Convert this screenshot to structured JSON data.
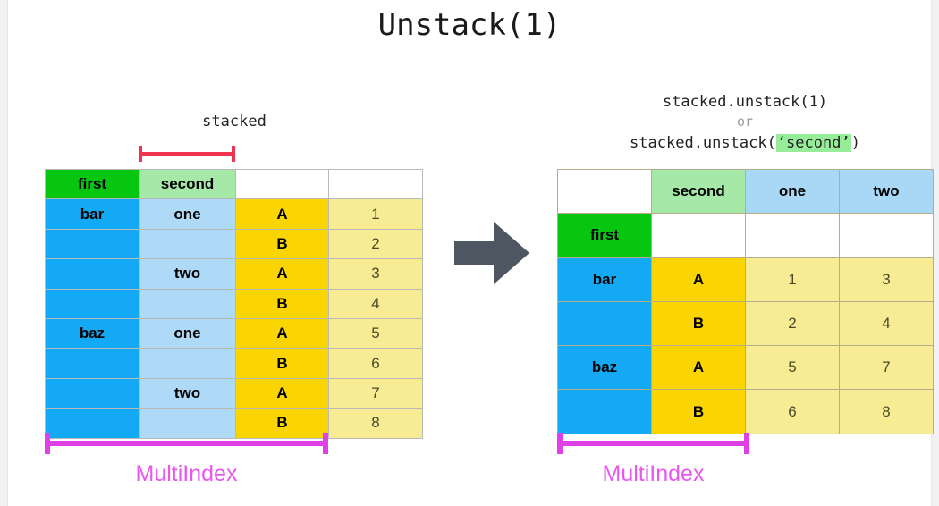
{
  "title": "Unstack(1)",
  "colors": {
    "green": "#06C610",
    "light_green": "#A5E8A8",
    "blue": "#13A9F5",
    "light_blue": "#AED9F7",
    "gold": "#FBD502",
    "light_yellow": "#F7EB93",
    "magenta": "#E040E8",
    "red": "#F0344F",
    "arrow_gray": "#4E5661",
    "highlight_green": "#97EC9A"
  },
  "left": {
    "caption": "stacked",
    "bracket_label": "MultiIndex",
    "header": [
      "first",
      "second",
      "",
      ""
    ],
    "rows": [
      {
        "first": "bar",
        "second": "one",
        "ab": "A",
        "value": "1"
      },
      {
        "first": "",
        "second": "",
        "ab": "B",
        "value": "2"
      },
      {
        "first": "",
        "second": "two",
        "ab": "A",
        "value": "3"
      },
      {
        "first": "",
        "second": "",
        "ab": "B",
        "value": "4"
      },
      {
        "first": "baz",
        "second": "one",
        "ab": "A",
        "value": "5"
      },
      {
        "first": "",
        "second": "",
        "ab": "B",
        "value": "6"
      },
      {
        "first": "",
        "second": "two",
        "ab": "A",
        "value": "7"
      },
      {
        "first": "",
        "second": "",
        "ab": "B",
        "value": "8"
      }
    ]
  },
  "arrow": {
    "icon": "right-arrow-icon"
  },
  "right": {
    "code_line1": "stacked.unstack(1)",
    "code_or": "or",
    "code_line3_pre": "stacked.unstack(",
    "code_line3_hl": "‘second’",
    "code_line3_post": ")",
    "bracket_label": "MultiIndex",
    "header_row1": [
      "",
      "second",
      "one",
      "two"
    ],
    "header_row2": [
      "first",
      "",
      "",
      ""
    ],
    "rows": [
      {
        "first": "bar",
        "ab": "A",
        "one": "1",
        "two": "3"
      },
      {
        "first": "",
        "ab": "B",
        "one": "2",
        "two": "4"
      },
      {
        "first": "baz",
        "ab": "A",
        "one": "5",
        "two": "7"
      },
      {
        "first": "",
        "ab": "B",
        "one": "6",
        "two": "8"
      }
    ]
  }
}
